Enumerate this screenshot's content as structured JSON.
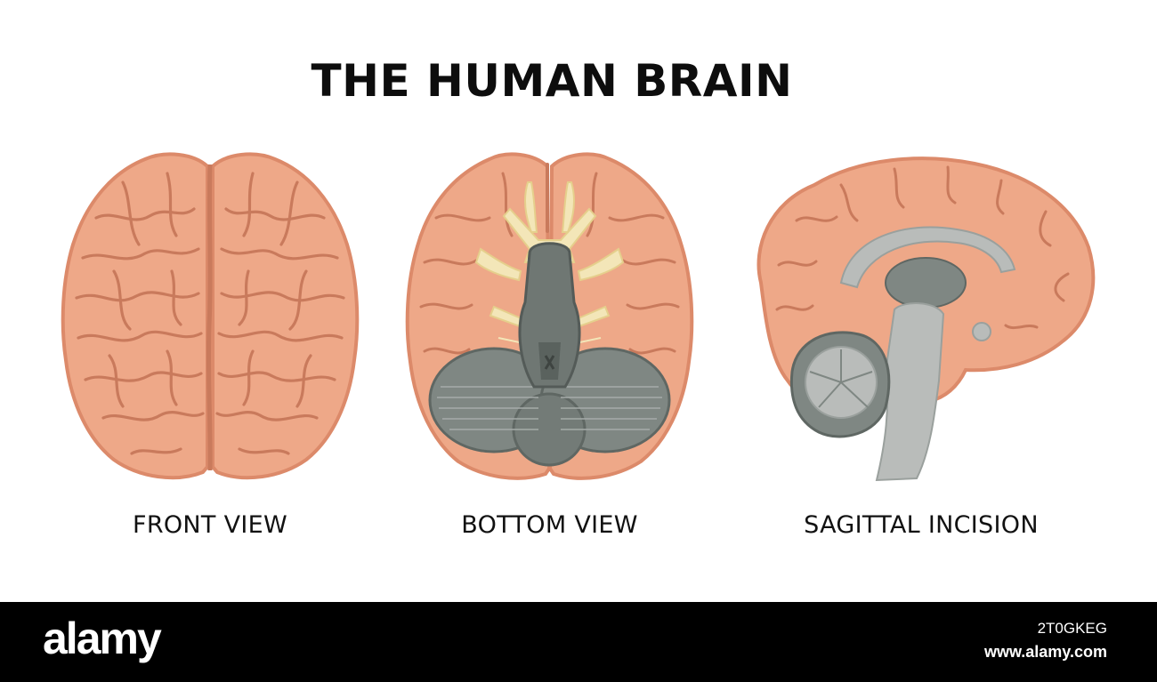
{
  "title": "THE HUMAN BRAIN",
  "views": [
    {
      "caption": "FRONT VIEW"
    },
    {
      "caption": "BOTTOM VIEW"
    },
    {
      "caption": "SAGITTAL INCISION"
    }
  ],
  "footer": {
    "logo": "alamy",
    "image_id": "2T0GKEG",
    "url": "www.alamy.com"
  },
  "colors": {
    "cortex": "#eea888",
    "cortex_outline": "#dc8a6a",
    "sulci": "#c97a5c",
    "cerebellum": "#7f8783",
    "nerves": "#f3e6b8",
    "inner_grey": "#b9bcba"
  }
}
